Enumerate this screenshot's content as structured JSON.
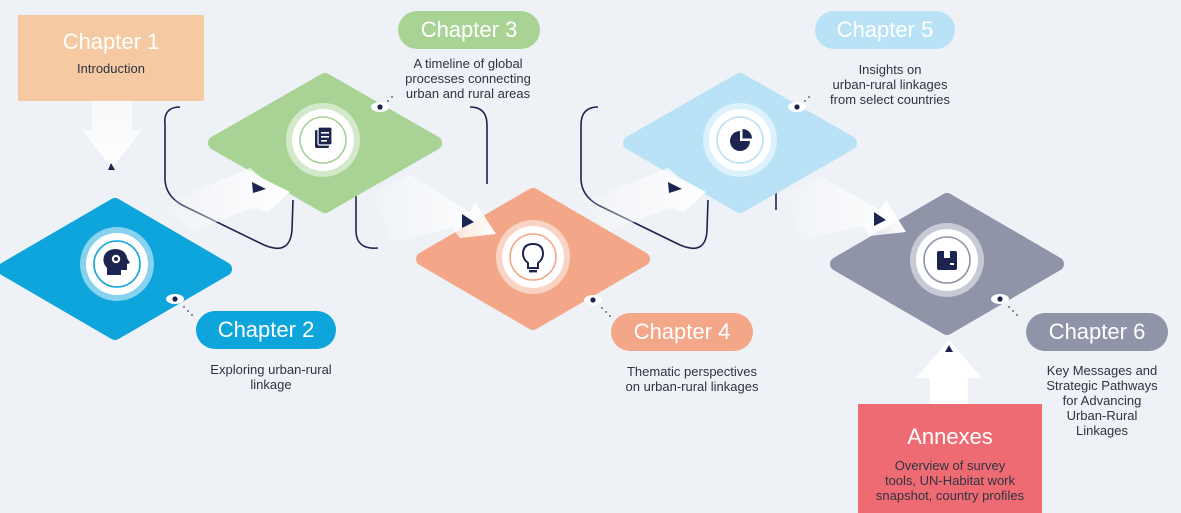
{
  "chapters": [
    {
      "title": "Chapter 1",
      "desc": "Introduction",
      "color": "#f5c9a1",
      "icon": "none"
    },
    {
      "title": "Chapter 2",
      "desc": "Exploring urban-rural\nlinkage",
      "color": "#0ea5dc",
      "icon": "head-gear-icon"
    },
    {
      "title": "Chapter 3",
      "desc": "A timeline of global\nprocesses connecting\nurban and rural areas",
      "color": "#a8d394",
      "icon": "document-icon"
    },
    {
      "title": "Chapter 4",
      "desc": "Thematic perspectives\non urban-rural linkages",
      "color": "#f3a788",
      "icon": "lightbulb-icon"
    },
    {
      "title": "Chapter 5",
      "desc": "Insights on\nurban-rural linkages\nfrom select countries",
      "color": "#b9e2f6",
      "icon": "pie-chart-icon"
    },
    {
      "title": "Chapter 6",
      "desc": "Key Messages and\nStrategic Pathways\nfor Advancing\nUrban-Rural\nLinkages",
      "color": "#8f94a8",
      "icon": "package-icon"
    }
  ],
  "annexes": {
    "title": "Annexes",
    "desc": "Overview of survey\ntools, UN-Habitat work\nsnapshot, country profiles",
    "color": "#ef6b74"
  },
  "colors": {
    "outline": "#1c2550",
    "background": "#eef1f5"
  }
}
